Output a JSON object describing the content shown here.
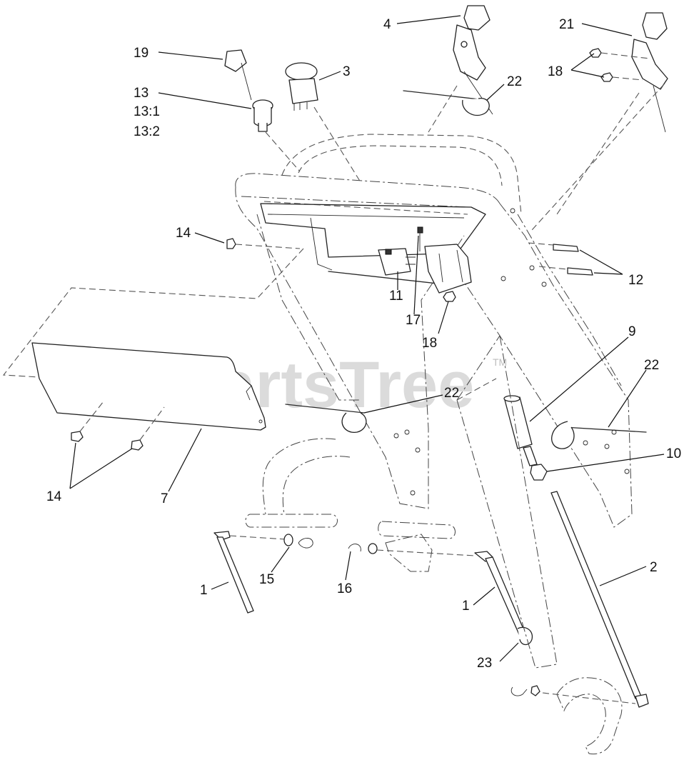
{
  "watermark": {
    "text": "PartsTree",
    "trademark": "TM"
  },
  "callouts": [
    {
      "id": "c19",
      "label": "19"
    },
    {
      "id": "c13",
      "label": "13"
    },
    {
      "id": "c13-1",
      "label": "13:1"
    },
    {
      "id": "c13-2",
      "label": "13:2"
    },
    {
      "id": "c3",
      "label": "3"
    },
    {
      "id": "c4",
      "label": "4"
    },
    {
      "id": "c22a",
      "label": "22"
    },
    {
      "id": "c21",
      "label": "21"
    },
    {
      "id": "c18a",
      "label": "18"
    },
    {
      "id": "c14a",
      "label": "14"
    },
    {
      "id": "c12",
      "label": "12"
    },
    {
      "id": "c11",
      "label": "11"
    },
    {
      "id": "c17",
      "label": "17"
    },
    {
      "id": "c18b",
      "label": "18"
    },
    {
      "id": "c9",
      "label": "9"
    },
    {
      "id": "c22b",
      "label": "22"
    },
    {
      "id": "c22c",
      "label": "22"
    },
    {
      "id": "c10",
      "label": "10"
    },
    {
      "id": "c14b",
      "label": "14"
    },
    {
      "id": "c7",
      "label": "7"
    },
    {
      "id": "c2",
      "label": "2"
    },
    {
      "id": "c1a",
      "label": "1"
    },
    {
      "id": "c15",
      "label": "15"
    },
    {
      "id": "c16",
      "label": "16"
    },
    {
      "id": "c1b",
      "label": "1"
    },
    {
      "id": "c23",
      "label": "23"
    }
  ]
}
